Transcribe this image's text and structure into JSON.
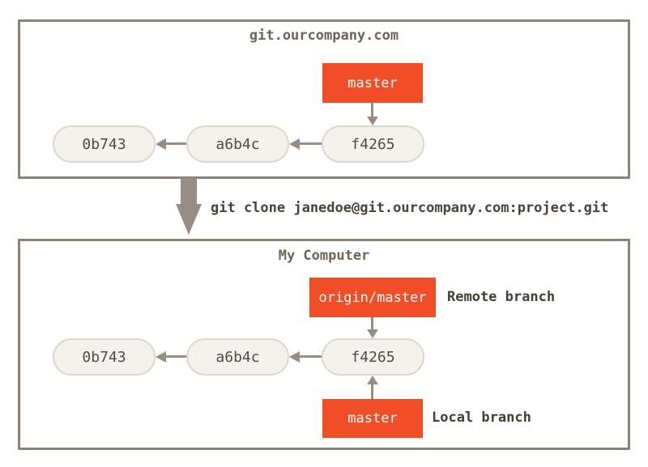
{
  "colors": {
    "accent_orange": "#f14e28",
    "frame_border": "#8b8177",
    "commit_fill": "#f3f2ec",
    "commit_border": "#dbd8cc",
    "commit_text": "#4e4a44",
    "arrow": "#978d83",
    "frame_title_text": "#6b645c",
    "annotation_text": "#433d36",
    "branch_label_text": "#ffffff"
  },
  "server": {
    "title": "git.ourcompany.com",
    "branch_label": "master",
    "commits": [
      "0b743",
      "a6b4c",
      "f4265"
    ]
  },
  "clone": {
    "command": "git clone janedoe@git.ourcompany.com:project.git"
  },
  "computer": {
    "title": "My Computer",
    "remote_branch_label": "origin/master",
    "remote_branch_annotation": "Remote branch",
    "local_branch_label": "master",
    "local_branch_annotation": "Local branch",
    "commits": [
      "0b743",
      "a6b4c",
      "f4265"
    ]
  }
}
